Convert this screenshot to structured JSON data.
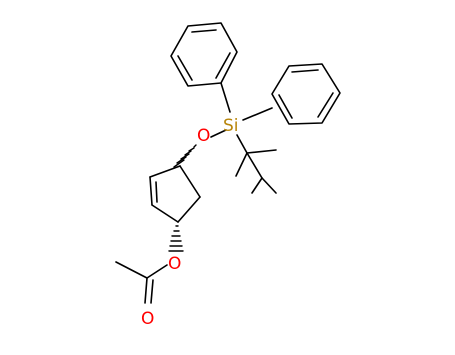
{
  "molecule": {
    "atoms": {
      "si": {
        "label": "Si",
        "color": "#b8860b"
      },
      "o_silyl": {
        "label": "O",
        "color": "#ff0000"
      },
      "o_ester": {
        "label": "O",
        "color": "#ff0000"
      },
      "o_carbonyl": {
        "label": "O",
        "color": "#ff0000"
      }
    },
    "bond_color": "#000000"
  }
}
